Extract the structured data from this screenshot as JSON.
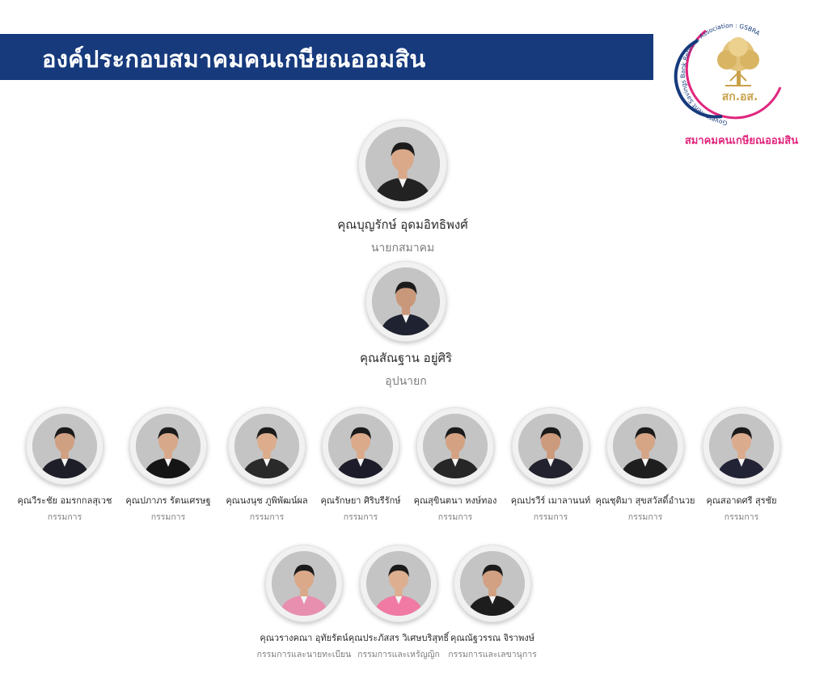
{
  "header": {
    "title": "องค์ประกอบสมาคมคนเกษียณออมสิน"
  },
  "logo": {
    "ring_text": "Government Savings Bank Retirees Association : GSBRA",
    "initials": "สก.อส.",
    "caption": "สมาคมคนเกษียณออมสิน",
    "colors": {
      "magenta": "#e0267e",
      "navy": "#163a7c",
      "gold": "#c9a24a"
    }
  },
  "colors": {
    "header_bg": "#163a7c",
    "name": "#2b2b2b",
    "role": "#7d7d7d"
  },
  "president": {
    "name": "คุณบุญรักษ์ อุดมอิทธิพงศ์",
    "role": "นายกสมาคม",
    "clothing": "#222222",
    "skin": "#d9a98a"
  },
  "vice_president": {
    "name": "คุณสัณฐาน อยู่ศิริ",
    "role": "อุปนายก",
    "clothing": "#1f2230",
    "skin": "#c9987a"
  },
  "committee": [
    {
      "name": "คุณวีระชัย อมรกกลสุเวช",
      "role": "กรรมการ",
      "clothing": "#1e1e28",
      "skin": "#d0a083"
    },
    {
      "name": "คุณปภาภร รัตนเศรษฐ",
      "role": "กรรมการ",
      "clothing": "#151515",
      "skin": "#d8a88a"
    },
    {
      "name": "คุณนงนุช ภูพิพัฒน์ผล",
      "role": "กรรมการ",
      "clothing": "#2a2a2a",
      "skin": "#dcac8c"
    },
    {
      "name": "คุณรักษยา ศิริบรีรักษ์",
      "role": "กรรมการ",
      "clothing": "#1c1c2a",
      "skin": "#dbaa8a"
    },
    {
      "name": "คุณสุขินตนา หงษ์ทอง",
      "role": "กรรมการ",
      "clothing": "#262626",
      "skin": "#d4a282"
    },
    {
      "name": "คุณปรวีร์ เมาลานนท์",
      "role": "กรรมการ",
      "clothing": "#22222e",
      "skin": "#cc9a7c"
    },
    {
      "name": "คุณชุติมา สุขสวัสดิ์อำนวย",
      "role": "กรรมการ",
      "clothing": "#1e1e1e",
      "skin": "#d6a586"
    },
    {
      "name": "คุณสอาดศรี สุรชัย",
      "role": "กรรมการ",
      "clothing": "#232336",
      "skin": "#dbab8d"
    }
  ],
  "secretariat": [
    {
      "name": "คุณวรางคณา อุทัยรัตน์",
      "role": "กรรมการและนายทะเบียน",
      "clothing": "#e88fb0",
      "skin": "#d9a98a"
    },
    {
      "name": "คุณประภัสสร วิเศษบริสุทธิ์",
      "role": "กรรมการและเหรัญญิก",
      "clothing": "#f07aa3",
      "skin": "#ddae90"
    },
    {
      "name": "คุณณัฐวรรณ จิราพงษ์",
      "role": "กรรมการและเลขานุการ",
      "clothing": "#1d1d1d",
      "skin": "#d2a082"
    }
  ]
}
